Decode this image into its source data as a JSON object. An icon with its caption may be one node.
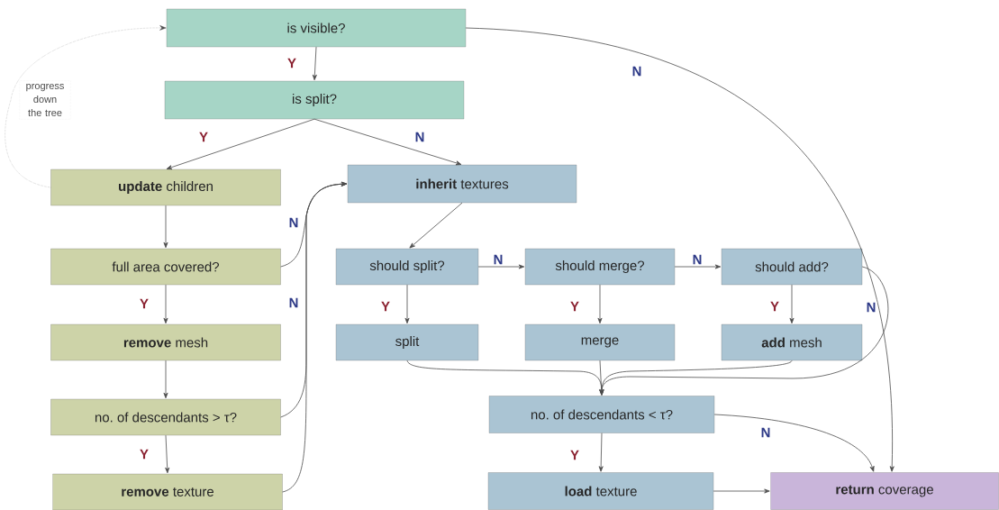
{
  "diagram": {
    "nodes": [
      {
        "text": [
          "is visible?"
        ]
      },
      {
        "text": [
          "is split?"
        ]
      },
      {
        "text": [
          "**update** children"
        ]
      },
      {
        "text": [
          "full area covered?"
        ]
      },
      {
        "text": [
          "**remove** mesh"
        ]
      },
      {
        "text": [
          "no. of descendants > τ?"
        ]
      },
      {
        "text": [
          "**remove** texture"
        ]
      },
      {
        "text": [
          "**inherit** textures"
        ]
      },
      {
        "text": [
          "should split?"
        ]
      },
      {
        "text": [
          "should merge?"
        ]
      },
      {
        "text": [
          "should add?"
        ]
      },
      {
        "text": [
          "split"
        ]
      },
      {
        "text": [
          "merge"
        ]
      },
      {
        "text": [
          "**add** mesh"
        ]
      },
      {
        "text": [
          "no. of descendants < τ?"
        ]
      },
      {
        "text": [
          "**load** texture"
        ]
      },
      {
        "text": [
          "**return** coverage"
        ]
      }
    ],
    "edges": [
      {
        "from": 0,
        "to": 1,
        "arrow": "to",
        "label": "Y"
      },
      {
        "from": 0,
        "to": 16,
        "arrow": "to",
        "label": "N"
      },
      {
        "from": 1,
        "to": 2,
        "arrow": "to",
        "label": "Y"
      },
      {
        "from": 1,
        "to": 7,
        "arrow": "to",
        "label": "N"
      },
      {
        "from": 2,
        "to": 0,
        "arrow": "to",
        "style": "dashed",
        "label": "progress down the tree"
      },
      {
        "from": 2,
        "to": 3,
        "arrow": "to"
      },
      {
        "from": 3,
        "to": 7,
        "arrow": "to",
        "label": "N"
      },
      {
        "from": 3,
        "to": 4,
        "arrow": "to",
        "label": "Y"
      },
      {
        "from": 4,
        "to": 5,
        "arrow": "to"
      },
      {
        "from": 5,
        "to": 7,
        "arrow": "to",
        "label": "N"
      },
      {
        "from": 5,
        "to": 6,
        "arrow": "to",
        "label": "Y"
      },
      {
        "from": 6,
        "to": 7,
        "arrow": "to"
      },
      {
        "from": 7,
        "to": 8,
        "arrow": "to"
      },
      {
        "from": 8,
        "to": 9,
        "arrow": "to",
        "label": "N"
      },
      {
        "from": 9,
        "to": 10,
        "arrow": "to",
        "label": "N"
      },
      {
        "from": 8,
        "to": 11,
        "arrow": "to",
        "label": "Y"
      },
      {
        "from": 9,
        "to": 12,
        "arrow": "to",
        "label": "Y"
      },
      {
        "from": 10,
        "to": 13,
        "arrow": "to",
        "label": "Y"
      },
      {
        "from": 10,
        "to": 14,
        "arrow": "to",
        "label": "N"
      },
      {
        "from": 11,
        "to": 14,
        "arrow": "to"
      },
      {
        "from": 12,
        "to": 14,
        "arrow": "to"
      },
      {
        "from": 13,
        "to": 14,
        "arrow": "to"
      },
      {
        "from": 14,
        "to": 15,
        "arrow": "to",
        "label": "Y"
      },
      {
        "from": 14,
        "to": 16,
        "arrow": "to",
        "label": "N"
      },
      {
        "from": 15,
        "to": 16,
        "arrow": "to"
      }
    ]
  }
}
